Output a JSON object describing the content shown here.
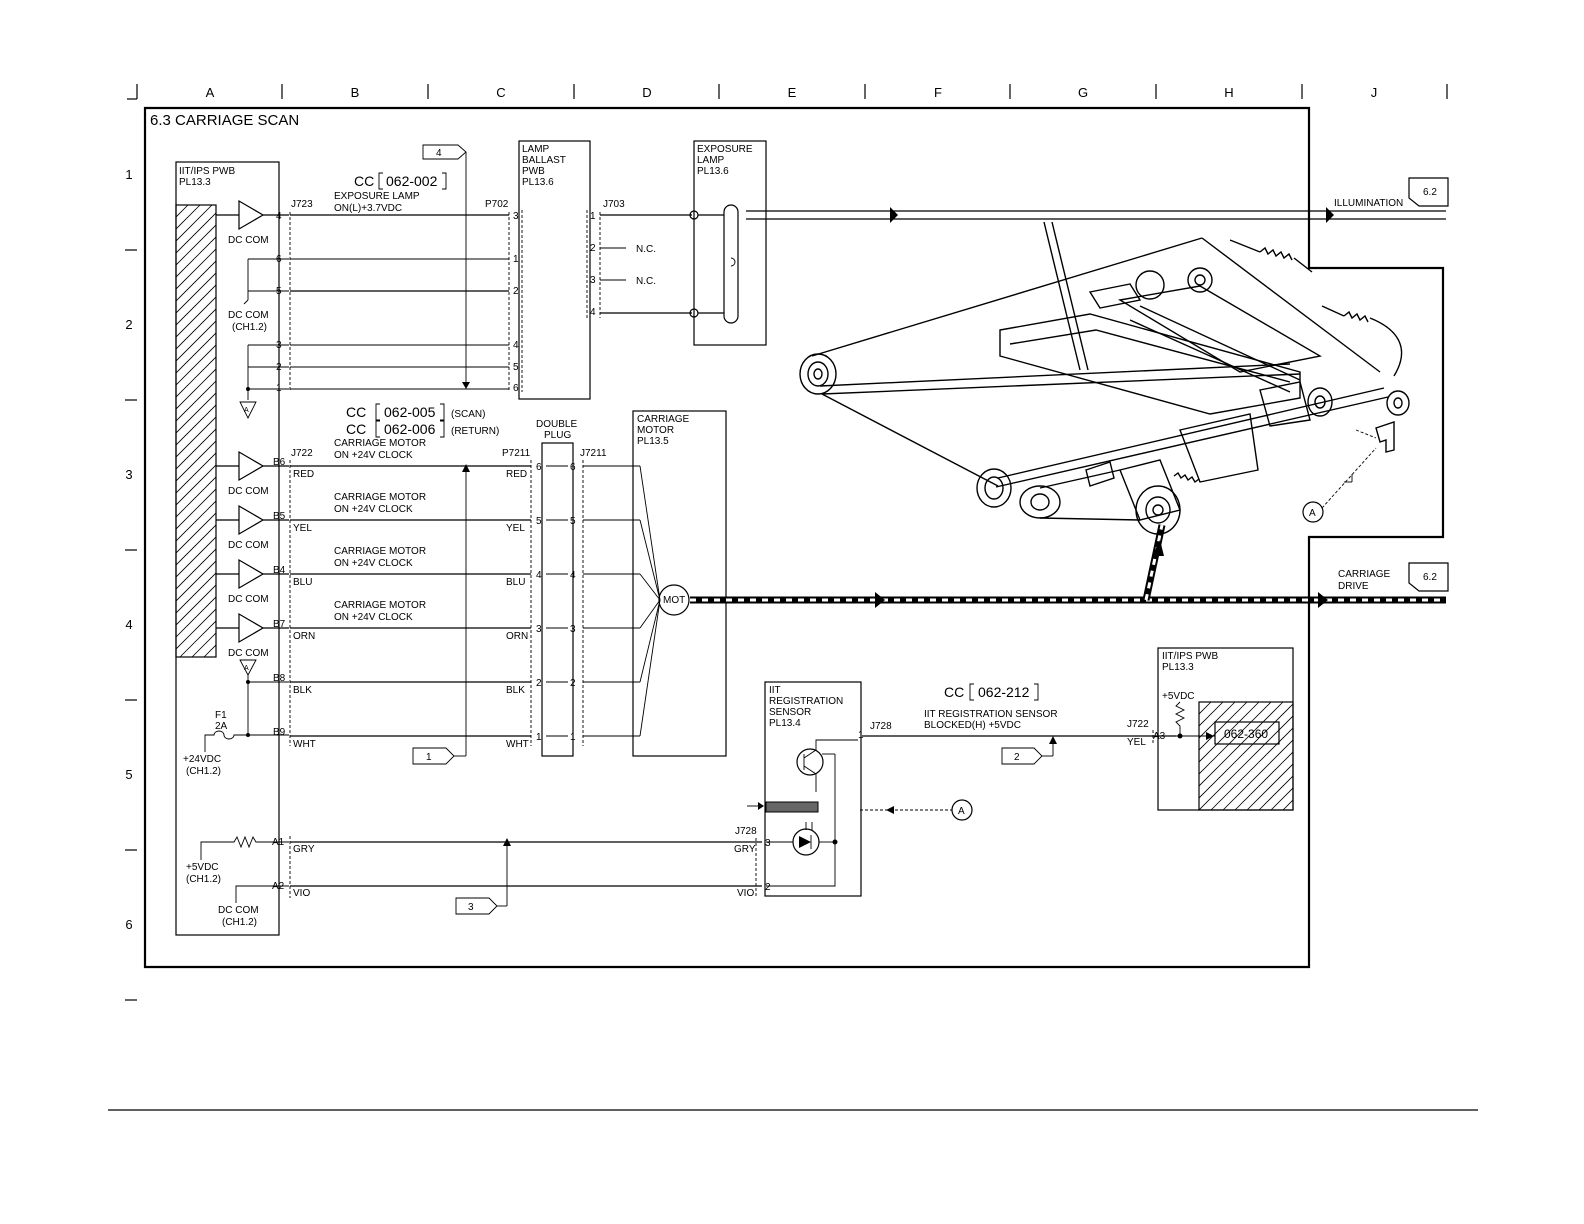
{
  "title": "6.3 CARRIAGE SCAN",
  "grid": {
    "columns": [
      "A",
      "B",
      "C",
      "D",
      "E",
      "F",
      "G",
      "H",
      "J"
    ],
    "rows": [
      "1",
      "2",
      "3",
      "4",
      "5",
      "6"
    ]
  },
  "iit_ips_pwb_left": {
    "name": "IIT/IPS PWB",
    "pl": "PL13.3"
  },
  "exposure_lamp_signal": {
    "cc_prefix": "CC",
    "cc_code": "062-002",
    "label": "EXPOSURE LAMP",
    "state": "ON(L)+3.7VDC",
    "conn_left": "J723",
    "conn_right": "P702"
  },
  "left_connector_pins": [
    "4",
    "6",
    "5",
    "3",
    "2",
    "1"
  ],
  "dc_com": "DC COM",
  "dc_com_ch": "(CH1.2)",
  "ground_tag": "A",
  "lamp_ballast": {
    "name_lines": [
      "LAMP",
      "BALLAST",
      "PWB"
    ],
    "pl": "PL13.6",
    "left_pins": [
      "3",
      "1",
      "2",
      "4",
      "5",
      "6"
    ],
    "right_pins": [
      "1",
      "2",
      "3",
      "4"
    ],
    "conn_right": "J703",
    "nc": "N.C."
  },
  "exposure_lamp": {
    "name_lines": [
      "EXPOSURE",
      "LAMP"
    ],
    "pl": "PL13.6"
  },
  "illumination": {
    "label": "ILLUMINATION",
    "ref": "6.2"
  },
  "carriage_drive": {
    "label_lines": [
      "CARRIAGE",
      "DRIVE"
    ],
    "ref": "6.2"
  },
  "carriage_codes": [
    {
      "cc_prefix": "CC",
      "cc_code": "062-005",
      "note": "(SCAN)"
    },
    {
      "cc_prefix": "CC",
      "cc_code": "062-006",
      "note": "(RETURN)"
    }
  ],
  "motor_conn_left": "J722",
  "motor_conn_mid": "P7211",
  "motor_conn_right": "J7211",
  "carriage_motor_signal": "CARRIAGE MOTOR",
  "carriage_motor_clock": "ON +24V CLOCK",
  "motor_pins": [
    {
      "pin": "B6",
      "color": "RED",
      "plug": "6"
    },
    {
      "pin": "B5",
      "color": "YEL",
      "plug": "5"
    },
    {
      "pin": "B4",
      "color": "BLU",
      "plug": "4"
    },
    {
      "pin": "B7",
      "color": "ORN",
      "plug": "3"
    },
    {
      "pin": "B8",
      "color": "BLK",
      "plug": "2"
    },
    {
      "pin": "B9",
      "color": "WHT",
      "plug": "1"
    }
  ],
  "double_plug": {
    "lines": [
      "DOUBLE",
      "PLUG"
    ]
  },
  "carriage_motor": {
    "name_lines": [
      "CARRIAGE",
      "MOTOR"
    ],
    "pl": "PL13.5",
    "symbol": "MOT"
  },
  "fuse": {
    "name": "F1",
    "rating": "2A"
  },
  "supply_24": {
    "voltage": "+24VDC",
    "ch": "(CH1.2)"
  },
  "supply_5": {
    "voltage": "+5VDC",
    "ch": "(CH1.2)"
  },
  "sensor_pins": [
    {
      "pin": "A1",
      "color": "GRY",
      "term": "3"
    },
    {
      "pin": "A2",
      "color": "VIO",
      "term": "2"
    }
  ],
  "sensor_conn_left": "J728",
  "registration_sensor": {
    "name_lines": [
      "IIT",
      "REGISTRATION",
      "SENSOR"
    ],
    "pl": "PL13.4",
    "conn": "J728",
    "out_pin": "1"
  },
  "registration_signal": {
    "cc_prefix": "CC",
    "cc_code": "062-212",
    "label": "IIT REGISTRATION SENSOR",
    "state": "BLOCKED(H) +5VDC",
    "conn_right": "J722",
    "pin": "A3",
    "color": "YEL"
  },
  "iit_ips_pwb_right": {
    "name": "IIT/IPS PWB",
    "pl": "PL13.3",
    "voltage": "+5VDC",
    "code": "062-360"
  },
  "callouts": {
    "lamp_signal": "4",
    "motor_signal": "1",
    "sensor_signal": "2",
    "supply_signal": "3"
  },
  "mount_tag": "A"
}
